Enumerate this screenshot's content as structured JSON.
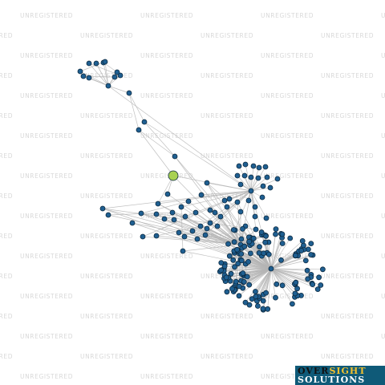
{
  "watermark": {
    "text": "UNREGISTERED"
  },
  "logo": {
    "word1_part1": "OVER",
    "word1_part2": "SIGHT",
    "word2": "SOLUTIONS"
  },
  "graph": {
    "colors": {
      "node": "#1f5f91",
      "node_stroke": "#0d2a40",
      "highlight": "#a8d152",
      "edge": "#b5b5b5"
    },
    "node_count": 210,
    "highlighted_node_count": 1
  }
}
